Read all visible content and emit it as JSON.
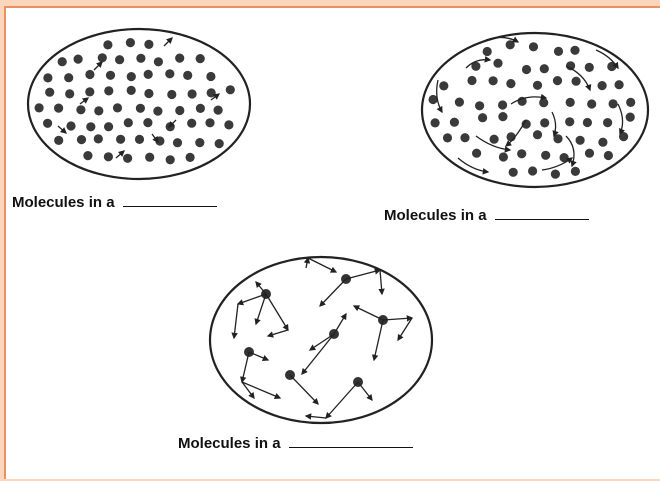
{
  "colors": {
    "background": "#fbd6bd",
    "border": "#e8935f",
    "ink": "#222222"
  },
  "diagram": {
    "panels": [
      {
        "state": "solid-packed-vibrating",
        "caption": "Molecules in a"
      },
      {
        "state": "liquid-sliding",
        "caption": "Molecules in a"
      },
      {
        "state": "gas-free-moving",
        "caption": "Molecules in a"
      }
    ]
  }
}
